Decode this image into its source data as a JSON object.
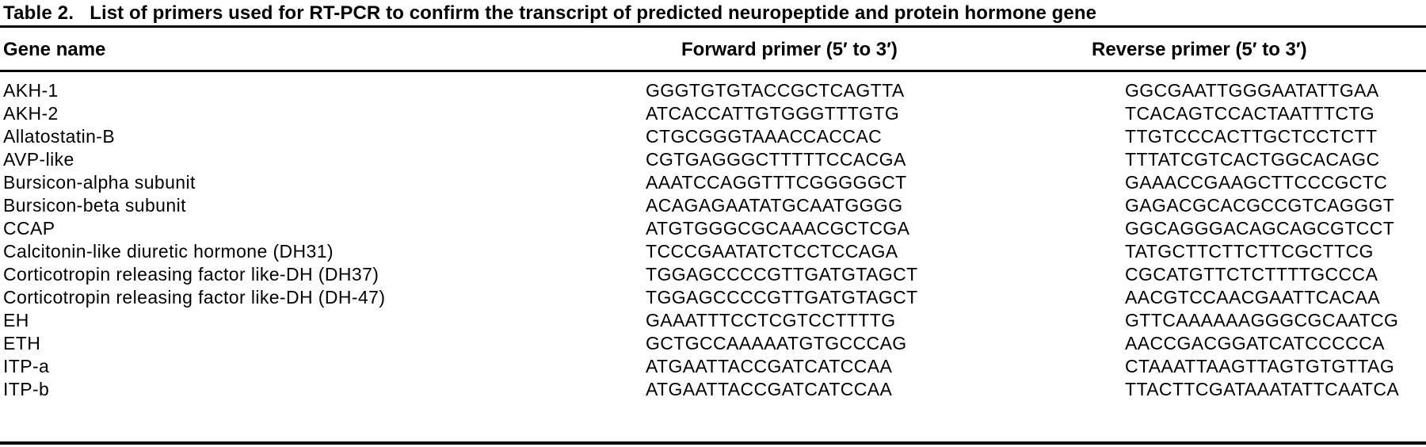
{
  "table": {
    "label": "Table 2.",
    "title": "List of primers used for RT-PCR to confirm the transcript of predicted neuropeptide and protein hormone gene",
    "columns": {
      "gene": "Gene name",
      "forward": "Forward primer (5′ to 3′)",
      "reverse": "Reverse primer (5′ to 3′)"
    },
    "colors": {
      "text": "#000000",
      "background": "#ffffff",
      "rule": "#000000"
    },
    "rows": [
      {
        "gene": "AKH-1",
        "forward": "GGGTGTGTACCGCTCAGTTA",
        "reverse": "GGCGAATTGGGAATATTGAA"
      },
      {
        "gene": "AKH-2",
        "forward": "ATCACCATTGTGGGTTTGTG",
        "reverse": "TCACAGTCCACTAATTTCTG"
      },
      {
        "gene": "Allatostatin-B",
        "forward": "CTGCGGGTAAACCACCAC",
        "reverse": "TTGTCCCACTTGCTCCTCTT"
      },
      {
        "gene": "AVP-like",
        "forward": "CGTGAGGGCTTTTTCCACGA",
        "reverse": "TTTATCGTCACTGGCACAGC"
      },
      {
        "gene": "Bursicon-alpha subunit",
        "forward": "AAATCCAGGTTTCGGGGGCT",
        "reverse": "GAAACCGAAGCTTCCCGCTC"
      },
      {
        "gene": "Bursicon-beta subunit",
        "forward": "ACAGAGAATATGCAATGGGG",
        "reverse": "GAGACGCACGCCGTCAGGGT"
      },
      {
        "gene": "CCAP",
        "forward": "ATGTGGGCGCAAACGCTCGA",
        "reverse": "GGCAGGGACAGCAGCGTCCT"
      },
      {
        "gene": "Calcitonin-like diuretic hormone (DH31)",
        "forward": "TCCCGAATATCTCCTCCAGA",
        "reverse": "TATGCTTCTTCTTCGCTTCG"
      },
      {
        "gene": "Corticotropin releasing factor like-DH (DH37)",
        "forward": "TGGAGCCCCGTTGATGTAGCT",
        "reverse": "CGCATGTTCTCTTTTGCCCA"
      },
      {
        "gene": "Corticotropin releasing factor like-DH (DH-47)",
        "forward": "TGGAGCCCCGTTGATGTAGCT",
        "reverse": "AACGTCCAACGAATTCACAA"
      },
      {
        "gene": "EH",
        "forward": "GAAATTTCCTCGTCCTTTTG",
        "reverse": "GTTCAAAAAAGGGCGCAATCG"
      },
      {
        "gene": "ETH",
        "forward": "GCTGCCAAAAATGTGCCCAG",
        "reverse": "AACCGACGGATCATCCCCCA"
      },
      {
        "gene": "ITP-a",
        "forward": "ATGAATTACCGATCATCCAA",
        "reverse": "CTAAATTAAGTTAGTGTGTTAG"
      },
      {
        "gene": "ITP-b",
        "forward": "ATGAATTACCGATCATCCAA",
        "reverse": "TTACTTCGATAAATATTCAATCA"
      }
    ]
  }
}
